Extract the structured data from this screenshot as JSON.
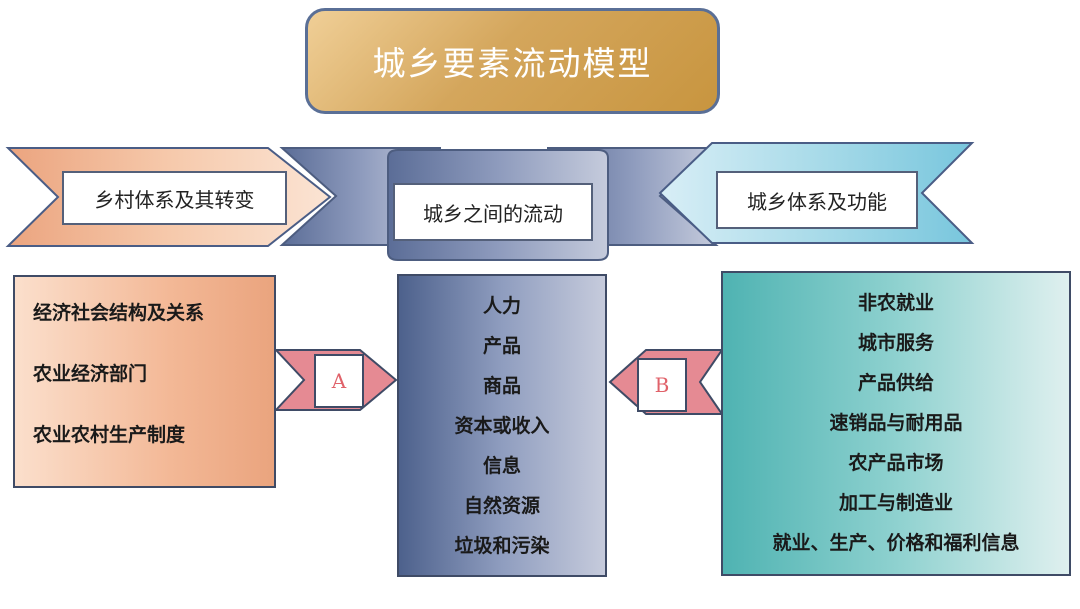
{
  "title": "城乡要素流动模型",
  "ribbon": {
    "left_label": "乡村体系及其转变",
    "center_label": "城乡之间的流动",
    "right_label": "城乡体系及功能"
  },
  "left_panel": {
    "items": [
      "经济社会结构及关系",
      "农业经济部门",
      "农业农村生产制度"
    ]
  },
  "center_panel": {
    "items": [
      "人力",
      "产品",
      "商品",
      "资本或收入",
      "信息",
      "自然资源",
      "垃圾和污染"
    ]
  },
  "right_panel": {
    "items": [
      "非农就业",
      "城市服务",
      "产品供给",
      "速销品与耐用品",
      "农产品市场",
      "加工与制造业",
      "就业、生产、价格和福利信息"
    ]
  },
  "connectors": {
    "a_label": "A",
    "b_label": "B"
  },
  "colors": {
    "title_fill": "#d4a65c",
    "left_fill": "#f3b896",
    "center_fill": "#6b7ca3",
    "right_fill": "#8ed1cf",
    "connector_fill": "#e58a93",
    "border": "#3f4b66"
  }
}
